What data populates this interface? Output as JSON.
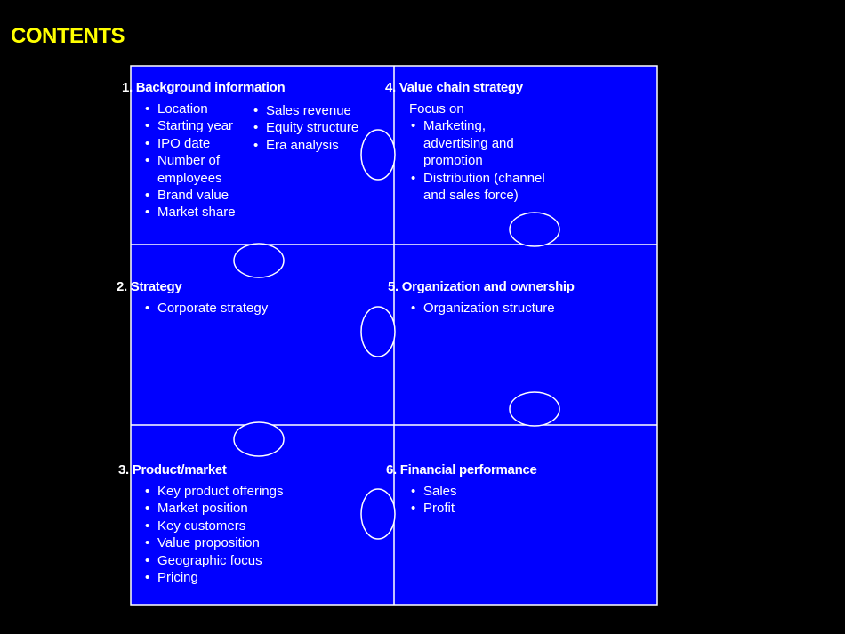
{
  "title": "CONTENTS",
  "colors": {
    "panel": "#0000ff",
    "title": "#ffff00",
    "lines": "#ffffff"
  },
  "sections": [
    {
      "heading": "1. Background information",
      "col1": [
        "Location",
        "Starting year",
        "IPO date",
        "Number of employees",
        "Brand value",
        "Market share"
      ],
      "col2": [
        "Sales revenue",
        "Equity structure",
        "Era analysis"
      ]
    },
    {
      "heading": "2. Strategy",
      "items": [
        "Corporate strategy"
      ]
    },
    {
      "heading": "3. Product/market",
      "items": [
        "Key product offerings",
        "Market position",
        "Key customers",
        "Value proposition",
        "Geographic focus",
        "Pricing"
      ]
    },
    {
      "heading": "4. Value chain strategy",
      "intro": "Focus on",
      "items": [
        "Marketing, advertising and promotion",
        "Distribution (channel and sales force)"
      ]
    },
    {
      "heading": "5. Organization and ownership",
      "items": [
        "Organization structure"
      ]
    },
    {
      "heading": "6. Financial performance",
      "items": [
        "Sales",
        "Profit"
      ]
    }
  ]
}
